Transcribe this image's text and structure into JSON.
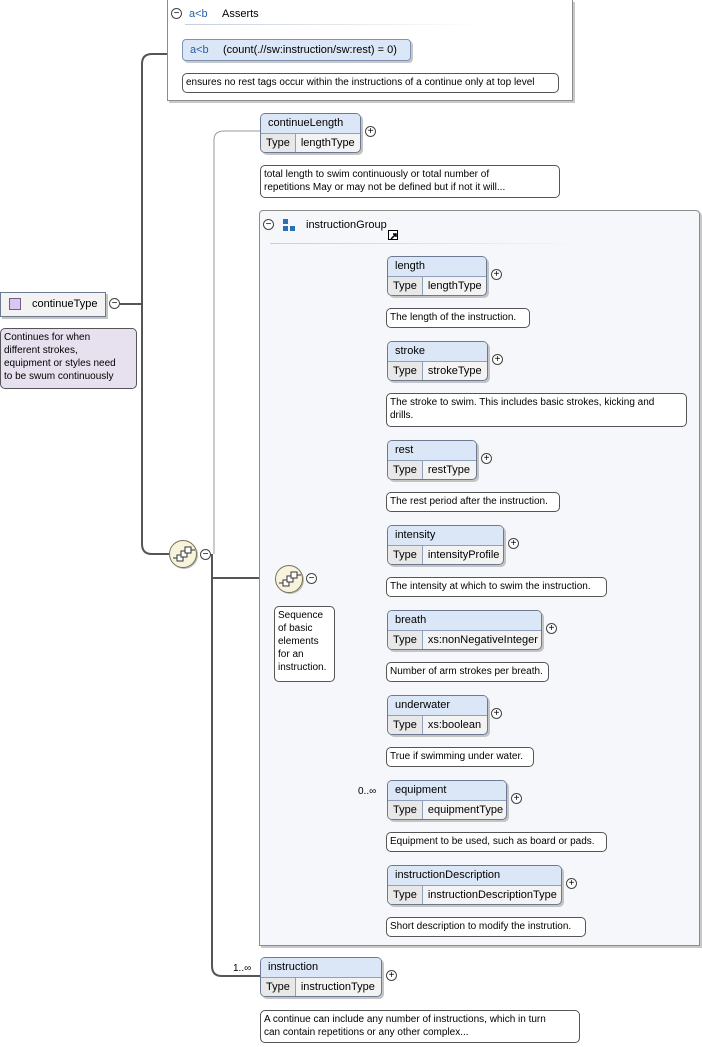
{
  "asserts": {
    "ab_label": "a<b",
    "title": "Asserts",
    "test_label": "a<b",
    "test": "(count(.//sw:instruction/sw:rest) = 0)",
    "doc": "ensures no rest tags occur within the instructions of a continue only at top level"
  },
  "root": {
    "name": "continueType",
    "doc_lines": [
      "Continues for when",
      "different strokes,",
      "equipment or styles need",
      "to be swum continuously"
    ]
  },
  "type_label": "Type",
  "continue_length": {
    "name": "continueLength",
    "type": "lengthType",
    "doc_lines": [
      "total length to swim continuously or total number of",
      "repetitions May or may not be defined but if not it will..."
    ]
  },
  "group": {
    "name": "instructionGroup",
    "seq_doc_lines": [
      "Sequence",
      "of basic",
      "elements",
      "for an",
      "instruction."
    ]
  },
  "elements": [
    {
      "name": "length",
      "type": "lengthType",
      "card": "",
      "doc_lines": [
        "The length of the instruction."
      ]
    },
    {
      "name": "stroke",
      "type": "strokeType",
      "card": "",
      "doc_lines": [
        "The stroke to swim. This includes basic strokes, kicking and",
        "drills."
      ]
    },
    {
      "name": "rest",
      "type": "restType",
      "card": "",
      "doc_lines": [
        "The rest period after the instruction."
      ]
    },
    {
      "name": "intensity",
      "type": "intensityProfile",
      "card": "",
      "doc_lines": [
        "The intensity at which to swim the instruction."
      ]
    },
    {
      "name": "breath",
      "type": "xs:nonNegativeInteger",
      "card": "",
      "doc_lines": [
        "Number of arm strokes per breath."
      ]
    },
    {
      "name": "underwater",
      "type": "xs:boolean",
      "card": "",
      "doc_lines": [
        "True if swimming under water."
      ]
    },
    {
      "name": "equipment",
      "type": "equipmentType",
      "card": "0..∞",
      "doc_lines": [
        "Equipment to be used, such as board or pads."
      ]
    },
    {
      "name": "instructionDescription",
      "type": "instructionDescriptionType",
      "card": "",
      "doc_lines": [
        "Short description to modify the instrution."
      ]
    }
  ],
  "instruction": {
    "name": "instruction",
    "type": "instructionType",
    "card": "1..∞",
    "doc_lines": [
      "A continue can include any number of instructions, which in turn",
      "can contain repetitions or any other complex..."
    ]
  },
  "toggle_plus": "+",
  "toggle_minus": "−"
}
